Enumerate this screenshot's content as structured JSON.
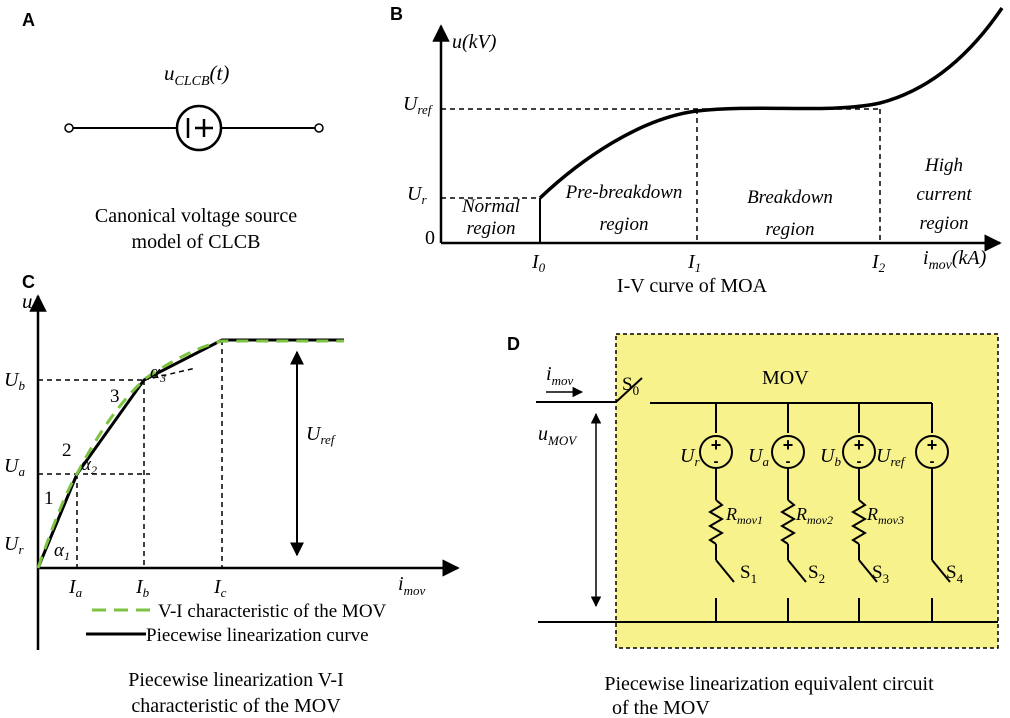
{
  "panels": {
    "A": {
      "letter": "A",
      "source_label": "u",
      "source_label_sub": "CLCB",
      "source_label_tail": "(t)",
      "caption_line1": "Canonical voltage source",
      "caption_line2": "model of CLCB"
    },
    "B": {
      "letter": "B",
      "y_axis": "u(kV)",
      "x_axis_main": "i",
      "x_axis_sub": "mov",
      "x_axis_tail": "(kA)",
      "origin": "0",
      "u_ref": "U",
      "u_ref_sub": "ref",
      "u_r": "U",
      "u_r_sub": "r",
      "i0": "I",
      "i0_sub": "0",
      "i1": "I",
      "i1_sub": "1",
      "i2": "I",
      "i2_sub": "2",
      "region_normal_1": "Normal",
      "region_normal_2": "region",
      "region_pre_1": "Pre-breakdown",
      "region_pre_2": "region",
      "region_break_1": "Breakdown",
      "region_break_2": "region",
      "region_high_1": "High",
      "region_high_2": "current",
      "region_high_3": "region",
      "caption": "I-V curve of MOA"
    },
    "C": {
      "letter": "C",
      "y_axis": "u",
      "x_axis_main": "i",
      "x_axis_sub": "mov",
      "ub": "U",
      "ub_sub": "b",
      "ua": "U",
      "ua_sub": "a",
      "ur": "U",
      "ur_sub": "r",
      "uref": "U",
      "uref_sub": "ref",
      "ia": "I",
      "ia_sub": "a",
      "ib": "I",
      "ib_sub": "b",
      "ic": "I",
      "ic_sub": "c",
      "seg1": "1",
      "seg2": "2",
      "seg3": "3",
      "alpha": "α",
      "alpha1_sub": "1",
      "alpha2_sub": "2",
      "alpha3_sub": "3",
      "legend_green": "V-I characteristic of the MOV",
      "legend_black": "Piecewise linearization curve",
      "caption_line1": "Piecewise linearization V-I",
      "caption_line2": "characteristic of the MOV"
    },
    "D": {
      "letter": "D",
      "current": "i",
      "current_sub": "mov",
      "voltage": "u",
      "voltage_sub": "MOV",
      "s0": "S",
      "s0_sub": "0",
      "mov": "MOV",
      "branches": [
        {
          "src": "U",
          "src_sub": "r",
          "res": "R",
          "res_sub": "mov1",
          "sw": "S",
          "sw_sub": "1"
        },
        {
          "src": "U",
          "src_sub": "a",
          "res": "R",
          "res_sub": "mov2",
          "sw": "S",
          "sw_sub": "2"
        },
        {
          "src": "U",
          "src_sub": "b",
          "res": "R",
          "res_sub": "mov3",
          "sw": "S",
          "sw_sub": "3"
        },
        {
          "src": "U",
          "src_sub": "ref",
          "res": "",
          "res_sub": "",
          "sw": "S",
          "sw_sub": "4"
        }
      ],
      "plus": "+",
      "minus": "-",
      "caption_line1": "Piecewise linearization equivalent circuit",
      "caption_line2": "of the MOV"
    }
  },
  "colors": {
    "green_curve": "#7dc242",
    "yellow_box": "#f7f28c"
  }
}
